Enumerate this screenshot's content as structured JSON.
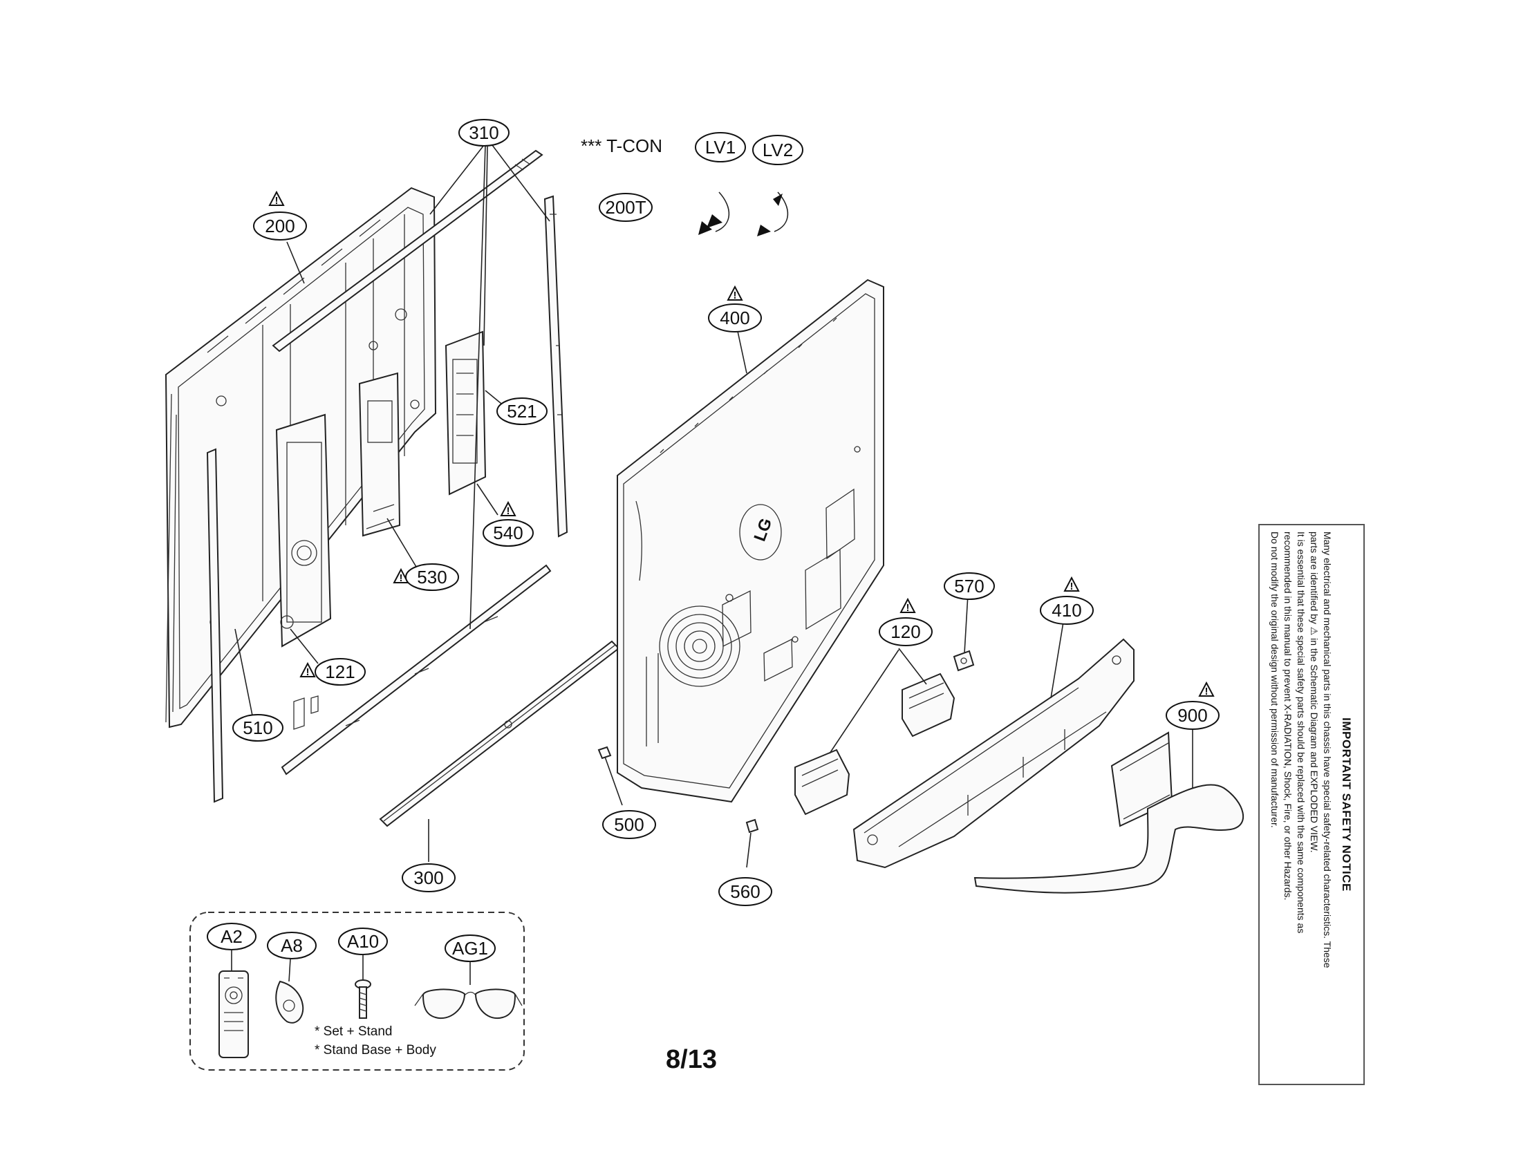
{
  "callouts": {
    "c310": "310",
    "c200": "200",
    "c200t": "200T",
    "clv1": "LV1",
    "clv2": "LV2",
    "c400": "400",
    "c521": "521",
    "c540": "540",
    "c530": "530",
    "c121": "121",
    "c510": "510",
    "c300": "300",
    "c500": "500",
    "c560": "560",
    "c120": "120",
    "c570": "570",
    "c410": "410",
    "c900": "900",
    "ca2": "A2",
    "ca8": "A8",
    "ca10": "A10",
    "cag1": "AG1"
  },
  "tcon_label": "*** T-CON",
  "warning_symbol": "!",
  "accessory_notes": [
    "* Set + Stand",
    "* Stand Base + Body"
  ],
  "page_number": "8/13",
  "brand_logo": "LG",
  "safety_notice": {
    "title": "IMPORTANT SAFETY NOTICE",
    "lines": [
      "Many electrical and mechanical parts in this chassis have special safety-related characteristics. These",
      "parts are identified by ⚠ in the Schematic Diagram and EXPLODED VIEW.",
      "It is essential that these special safety parts should be replaced with the same components as",
      "recommended in this manual to prevent X-RADIATION, Shock, Fire, or other Hazards.",
      "Do not modify the original design without permission of manufacturer."
    ]
  }
}
